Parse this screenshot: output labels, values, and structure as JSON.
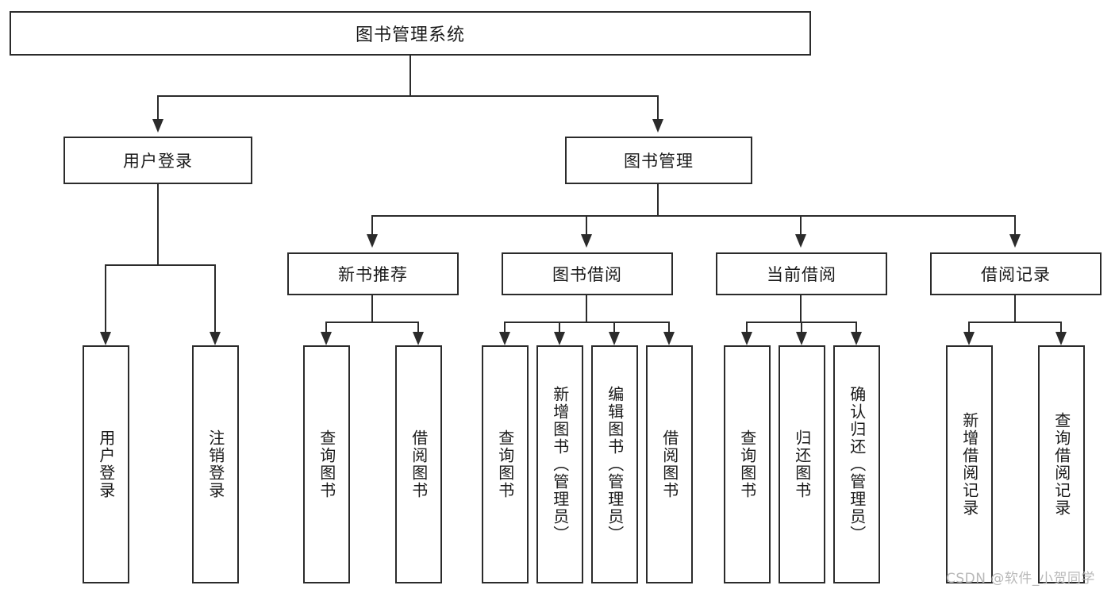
{
  "diagram": {
    "title": "图书管理系统",
    "type": "tree-hierarchy-diagram",
    "colors": {
      "box_border": "#2b2b2b",
      "box_fill": "#ffffff",
      "line": "#2b2b2b",
      "text": "#1a1a1a",
      "watermark": "#b9b9b9",
      "background": "#ffffff"
    },
    "root": {
      "label": "图书管理系统"
    },
    "level2": [
      {
        "label": "用户登录"
      },
      {
        "label": "图书管理"
      }
    ],
    "level3": [
      {
        "label": "新书推荐"
      },
      {
        "label": "图书借阅"
      },
      {
        "label": "当前借阅"
      },
      {
        "label": "借阅记录"
      }
    ],
    "leaves": {
      "user_login": [
        {
          "label": "用户登录"
        },
        {
          "label": "注销登录"
        }
      ],
      "new_book_recommend": [
        {
          "label": "查询图书"
        },
        {
          "label": "借阅图书"
        }
      ],
      "book_borrow": [
        {
          "label": "查询图书"
        },
        {
          "label": "新增图书（管理员）"
        },
        {
          "label": "编辑图书（管理员）"
        },
        {
          "label": "借阅图书"
        }
      ],
      "current_borrow": [
        {
          "label": "查询图书"
        },
        {
          "label": "归还图书"
        },
        {
          "label": "确认归还（管理员）"
        }
      ],
      "borrow_record": [
        {
          "label": "新增借阅记录"
        },
        {
          "label": "查询借阅记录"
        }
      ]
    }
  },
  "watermark": {
    "text": "CSDN @软件_小贺同学"
  }
}
